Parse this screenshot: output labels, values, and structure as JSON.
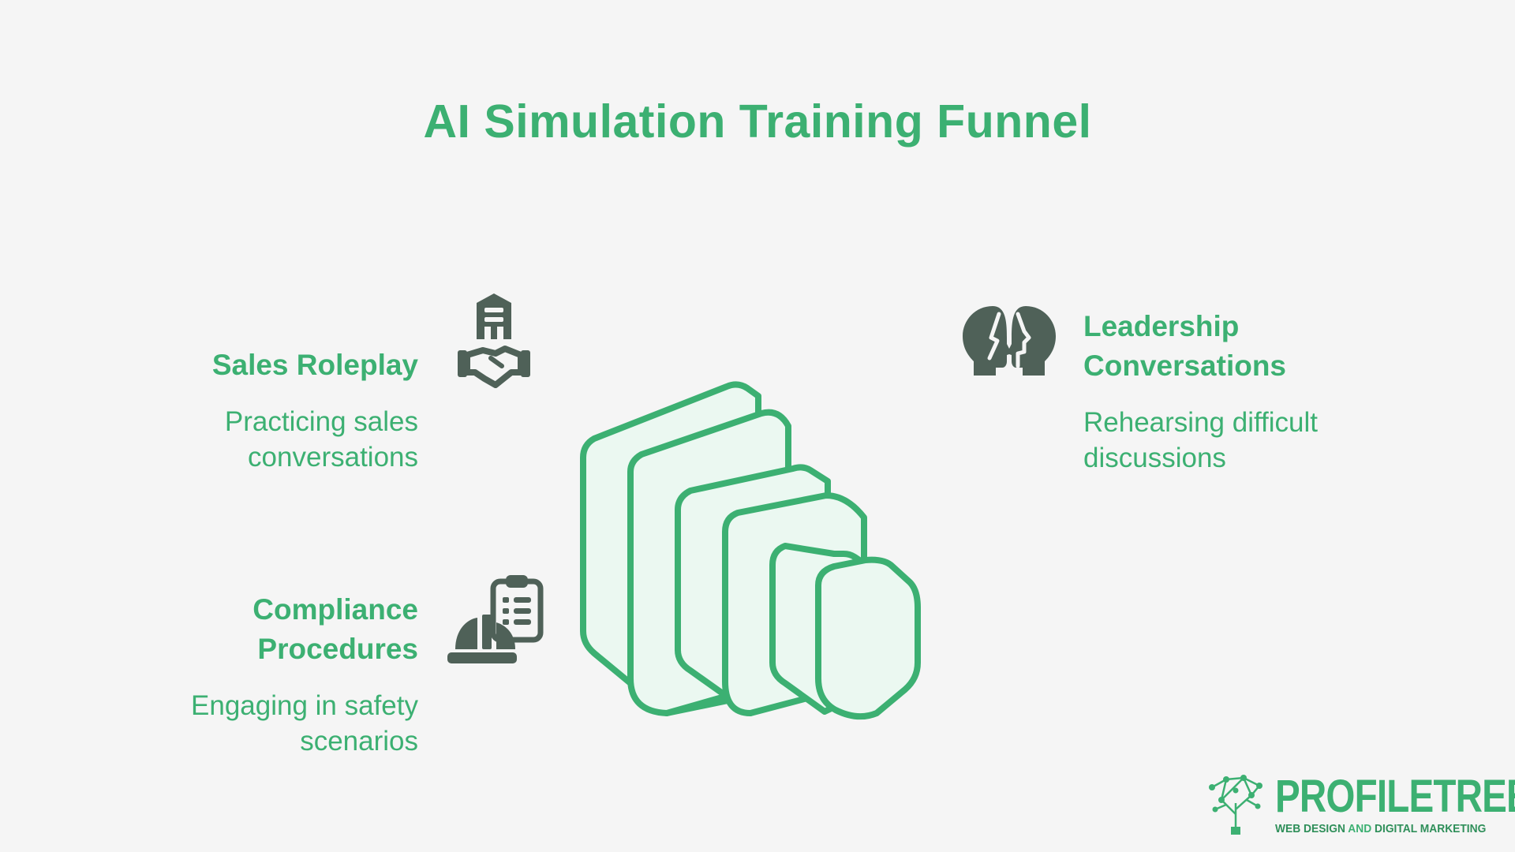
{
  "title": "AI Simulation Training Funnel",
  "items": [
    {
      "heading": [
        "Sales Roleplay"
      ],
      "desc": [
        "Practicing sales",
        "conversations"
      ],
      "icon": "handshake-building-icon"
    },
    {
      "heading": [
        "Compliance",
        "Procedures"
      ],
      "desc": [
        "Engaging in safety",
        "scenarios"
      ],
      "icon": "hardhat-clipboard-icon"
    },
    {
      "heading": [
        "Leadership",
        "Conversations"
      ],
      "desc": [
        "Rehearsing difficult",
        "discussions"
      ],
      "icon": "two-heads-icon"
    }
  ],
  "logo": {
    "name_part1": "PROFILE",
    "name_part2": "TREE",
    "tagline_part1": "WEB DESIGN",
    "tagline_part2": "AND",
    "tagline_part3": "DIGITAL MARKETING"
  },
  "colors": {
    "accent": "#3cb072",
    "icon": "#4f6158",
    "layer_fill": "#ebf8f1",
    "background": "#f5f5f5"
  }
}
